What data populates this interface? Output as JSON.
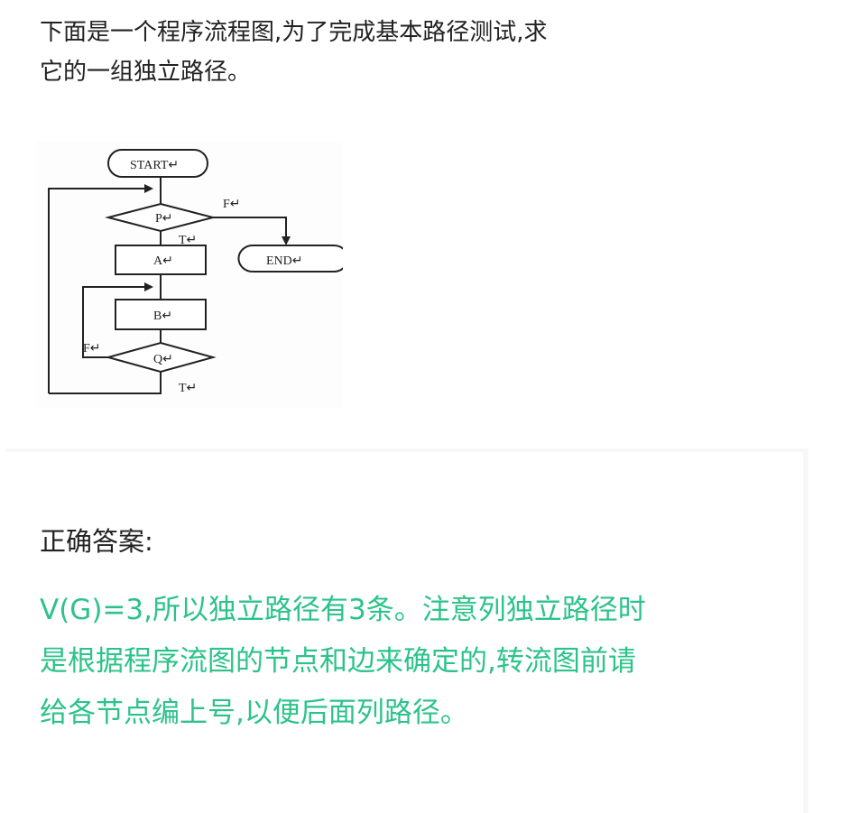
{
  "question": {
    "lines": [
      "下面是一个程序流程图,为了完成基本路径测试,求",
      "它的一组独立路径。"
    ]
  },
  "flowchart": {
    "start_label": "START↵",
    "end_label": "END↵",
    "decision_p": "P↵",
    "decision_q": "Q↵",
    "process_a": "A↵",
    "process_b": "B↵",
    "p_false": "F↵",
    "p_true": "T↵",
    "q_false": "F↵",
    "q_true": "T↵"
  },
  "answer": {
    "label": "正确答案:",
    "lines": [
      "V(G)=3,所以独立路径有3条。注意列独立路径时",
      "是根据程序流图的节点和边来确定的,转流图前请",
      "给各节点编上号,以便后面列路径。"
    ],
    "color": "#2cc38a"
  }
}
